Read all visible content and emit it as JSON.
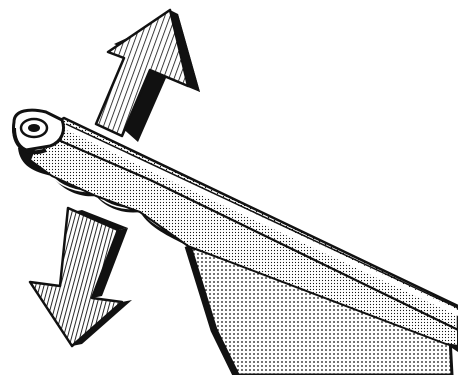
{
  "illustration": {
    "subject": "lever-handle",
    "ink_color": "#111111",
    "paper_color": "#ffffff",
    "arrows": [
      {
        "name": "arrow-up-icon",
        "direction": "up"
      },
      {
        "name": "arrow-down-icon",
        "direction": "down"
      }
    ]
  }
}
